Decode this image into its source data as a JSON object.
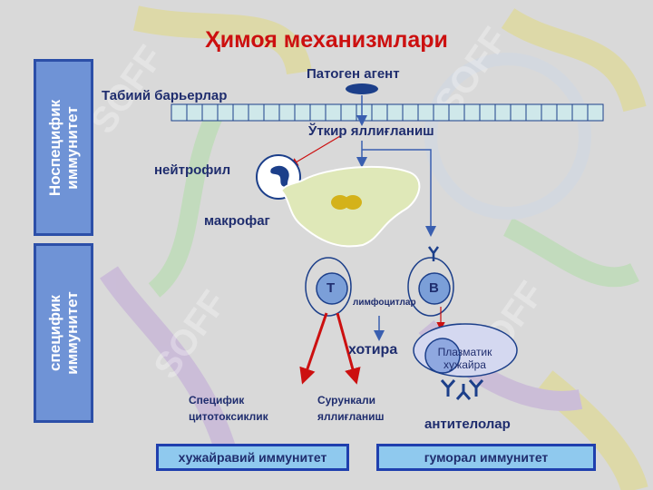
{
  "title": "Ҳимоя механизмлари",
  "side_panels": {
    "nonspecific": "Носпецифик\nиммунитет",
    "specific": "специфик\nиммунитет"
  },
  "labels": {
    "pathogen": "Патоген агент",
    "natural_barriers": "Табиий барьерлар",
    "acute_inflammation": "Ўткир яллиғланиш",
    "neutrophil": "нейтрофил",
    "macrophage": "макрофаг",
    "t_cell": "T",
    "b_cell": "B",
    "lymphocytes": "лимфоцитлар",
    "memory": "хотира",
    "plasma_cell": "Плазматик\nхужайра",
    "specific_cytotoxic": "Специфик\nцитотоксиклик",
    "chronic_inflammation": "Сурункали\nяллиғланиш",
    "antibodies": "антителолар"
  },
  "bottom": {
    "cellular": "хужайравий иммунитет",
    "humoral": "гуморал иммунитет"
  },
  "watermark": "SOFF",
  "colors": {
    "title": "#cc1010",
    "label": "#1f2d6e",
    "panel_fill": "#6f93d6",
    "panel_border": "#2c4fa8",
    "bottom_fill": "#8fc9ee",
    "bottom_border": "#1f3fae",
    "barrier_fill": "#cfe8ea",
    "macrophage_fill": "#dfe8b8",
    "arrow_red": "#cc1010"
  }
}
